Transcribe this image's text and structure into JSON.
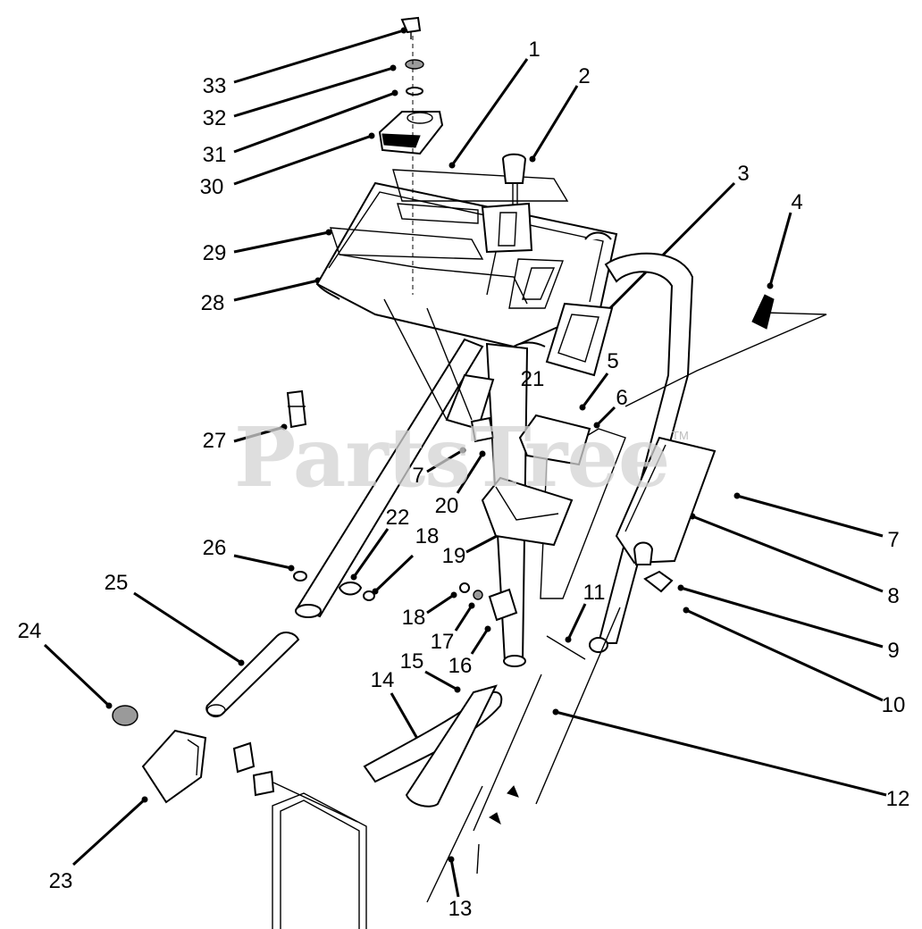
{
  "watermark": "PartsTree",
  "trademark": "TM",
  "callouts": [
    {
      "id": "1",
      "label": "1"
    },
    {
      "id": "2",
      "label": "2"
    },
    {
      "id": "3",
      "label": "3"
    },
    {
      "id": "4",
      "label": "4"
    },
    {
      "id": "5",
      "label": "5"
    },
    {
      "id": "6",
      "label": "6"
    },
    {
      "id": "7a",
      "label": "7"
    },
    {
      "id": "7b",
      "label": "7"
    },
    {
      "id": "8",
      "label": "8"
    },
    {
      "id": "9",
      "label": "9"
    },
    {
      "id": "10",
      "label": "10"
    },
    {
      "id": "11",
      "label": "11"
    },
    {
      "id": "12",
      "label": "12"
    },
    {
      "id": "13",
      "label": "13"
    },
    {
      "id": "14",
      "label": "14"
    },
    {
      "id": "15",
      "label": "15"
    },
    {
      "id": "16",
      "label": "16"
    },
    {
      "id": "17",
      "label": "17"
    },
    {
      "id": "18a",
      "label": "18"
    },
    {
      "id": "18b",
      "label": "18"
    },
    {
      "id": "19",
      "label": "19"
    },
    {
      "id": "20",
      "label": "20"
    },
    {
      "id": "21",
      "label": "21"
    },
    {
      "id": "22",
      "label": "22"
    },
    {
      "id": "23",
      "label": "23"
    },
    {
      "id": "24",
      "label": "24"
    },
    {
      "id": "25",
      "label": "25"
    },
    {
      "id": "26",
      "label": "26"
    },
    {
      "id": "27",
      "label": "27"
    },
    {
      "id": "28",
      "label": "28"
    },
    {
      "id": "29",
      "label": "29"
    },
    {
      "id": "30",
      "label": "30"
    },
    {
      "id": "31",
      "label": "31"
    },
    {
      "id": "32",
      "label": "32"
    },
    {
      "id": "33",
      "label": "33"
    }
  ]
}
